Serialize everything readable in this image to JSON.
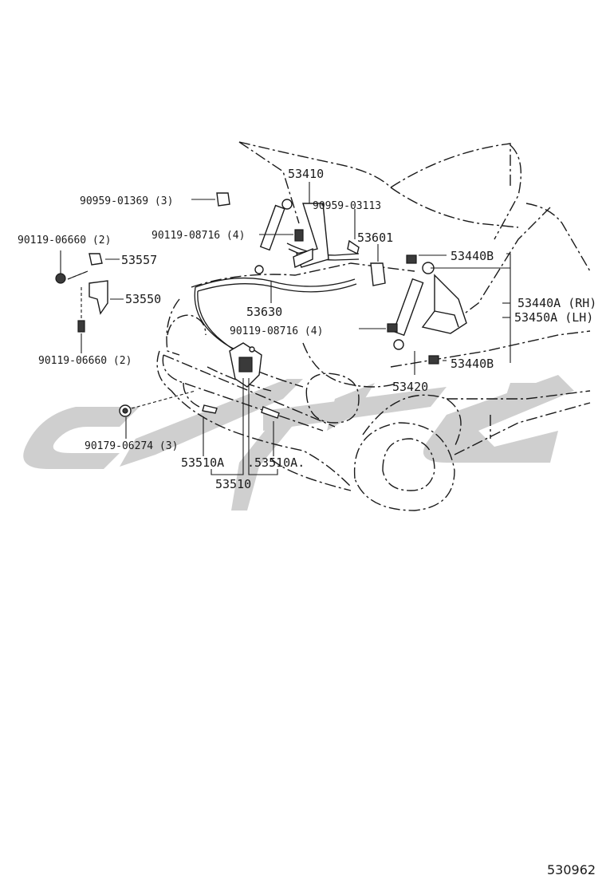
{
  "diagram": {
    "reference_number": "530962",
    "watermark_colors": {
      "watermark": "#cfcfcf",
      "ink": "#1a1a1a"
    },
    "parts": [
      {
        "id": "p-90959-01369",
        "label": "90959-01369 (3)"
      },
      {
        "id": "p-90119-06660-top",
        "label": "90119-06660 (2)"
      },
      {
        "id": "p-53557",
        "label": "53557"
      },
      {
        "id": "p-53550",
        "label": "53550"
      },
      {
        "id": "p-90119-06660-bottom",
        "label": "90119-06660 (2)"
      },
      {
        "id": "p-90179-06274",
        "label": "90179-06274 (3)"
      },
      {
        "id": "p-90119-08716-left",
        "label": "90119-08716 (4)"
      },
      {
        "id": "p-53410",
        "label": "53410"
      },
      {
        "id": "p-90959-03113",
        "label": "90959-03113"
      },
      {
        "id": "p-53601",
        "label": "53601"
      },
      {
        "id": "p-53630",
        "label": "53630"
      },
      {
        "id": "p-90119-08716-right",
        "label": "90119-08716 (4)"
      },
      {
        "id": "p-53440b-top",
        "label": "53440B"
      },
      {
        "id": "p-53440a",
        "label": "53440A (RH)"
      },
      {
        "id": "p-53450a",
        "label": "53450A (LH)"
      },
      {
        "id": "p-53440b-bottom",
        "label": "53440B"
      },
      {
        "id": "p-53420",
        "label": "53420"
      },
      {
        "id": "p-53510a-left",
        "label": "53510A"
      },
      {
        "id": "p-53510a-right",
        "label": ".53510A."
      },
      {
        "id": "p-53510",
        "label": "53510"
      }
    ]
  }
}
